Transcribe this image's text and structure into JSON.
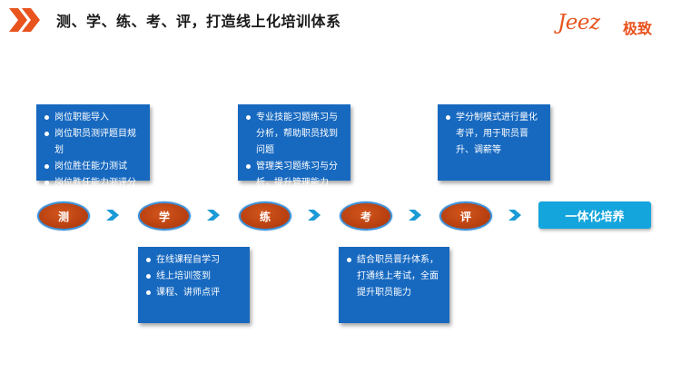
{
  "header": {
    "title": "测、学、练、考、评，打造线上化培训体系"
  },
  "logo": {
    "latin": "Jeez",
    "cn": "极致"
  },
  "stages": [
    {
      "label": "测"
    },
    {
      "label": "学"
    },
    {
      "label": "练"
    },
    {
      "label": "考"
    },
    {
      "label": "评"
    }
  ],
  "result": {
    "label": "一体化培养"
  },
  "boxes": {
    "ce": [
      "岗位职能导入",
      "岗位职员测评题目规划",
      "岗位胜任能力测试",
      "岗位胜任能力测评分析"
    ],
    "xue": [
      "在线课程自学习",
      "线上培训签到",
      "课程、讲师点评"
    ],
    "lian": [
      "专业技能习题练习与分析，帮助职员找到问题",
      "管理类习题练习与分析，提升管理能力"
    ],
    "kao": [
      "结合职员晋升体系，打通线上考试，全面提升职员能力"
    ],
    "ping": [
      "学分制模式进行量化考评，用于职员晋升、调薪等"
    ]
  },
  "colors": {
    "box_blue": "#1769c0",
    "stage_orange": "#c2461a",
    "arrow_blue": "#1a9ad6",
    "result_blue": "#14a5dc",
    "brand_orange": "#e8531e"
  },
  "icons": {
    "header_chevrons": "double-chevron-right-icon",
    "flow_arrow": "chevron-right-icon"
  }
}
